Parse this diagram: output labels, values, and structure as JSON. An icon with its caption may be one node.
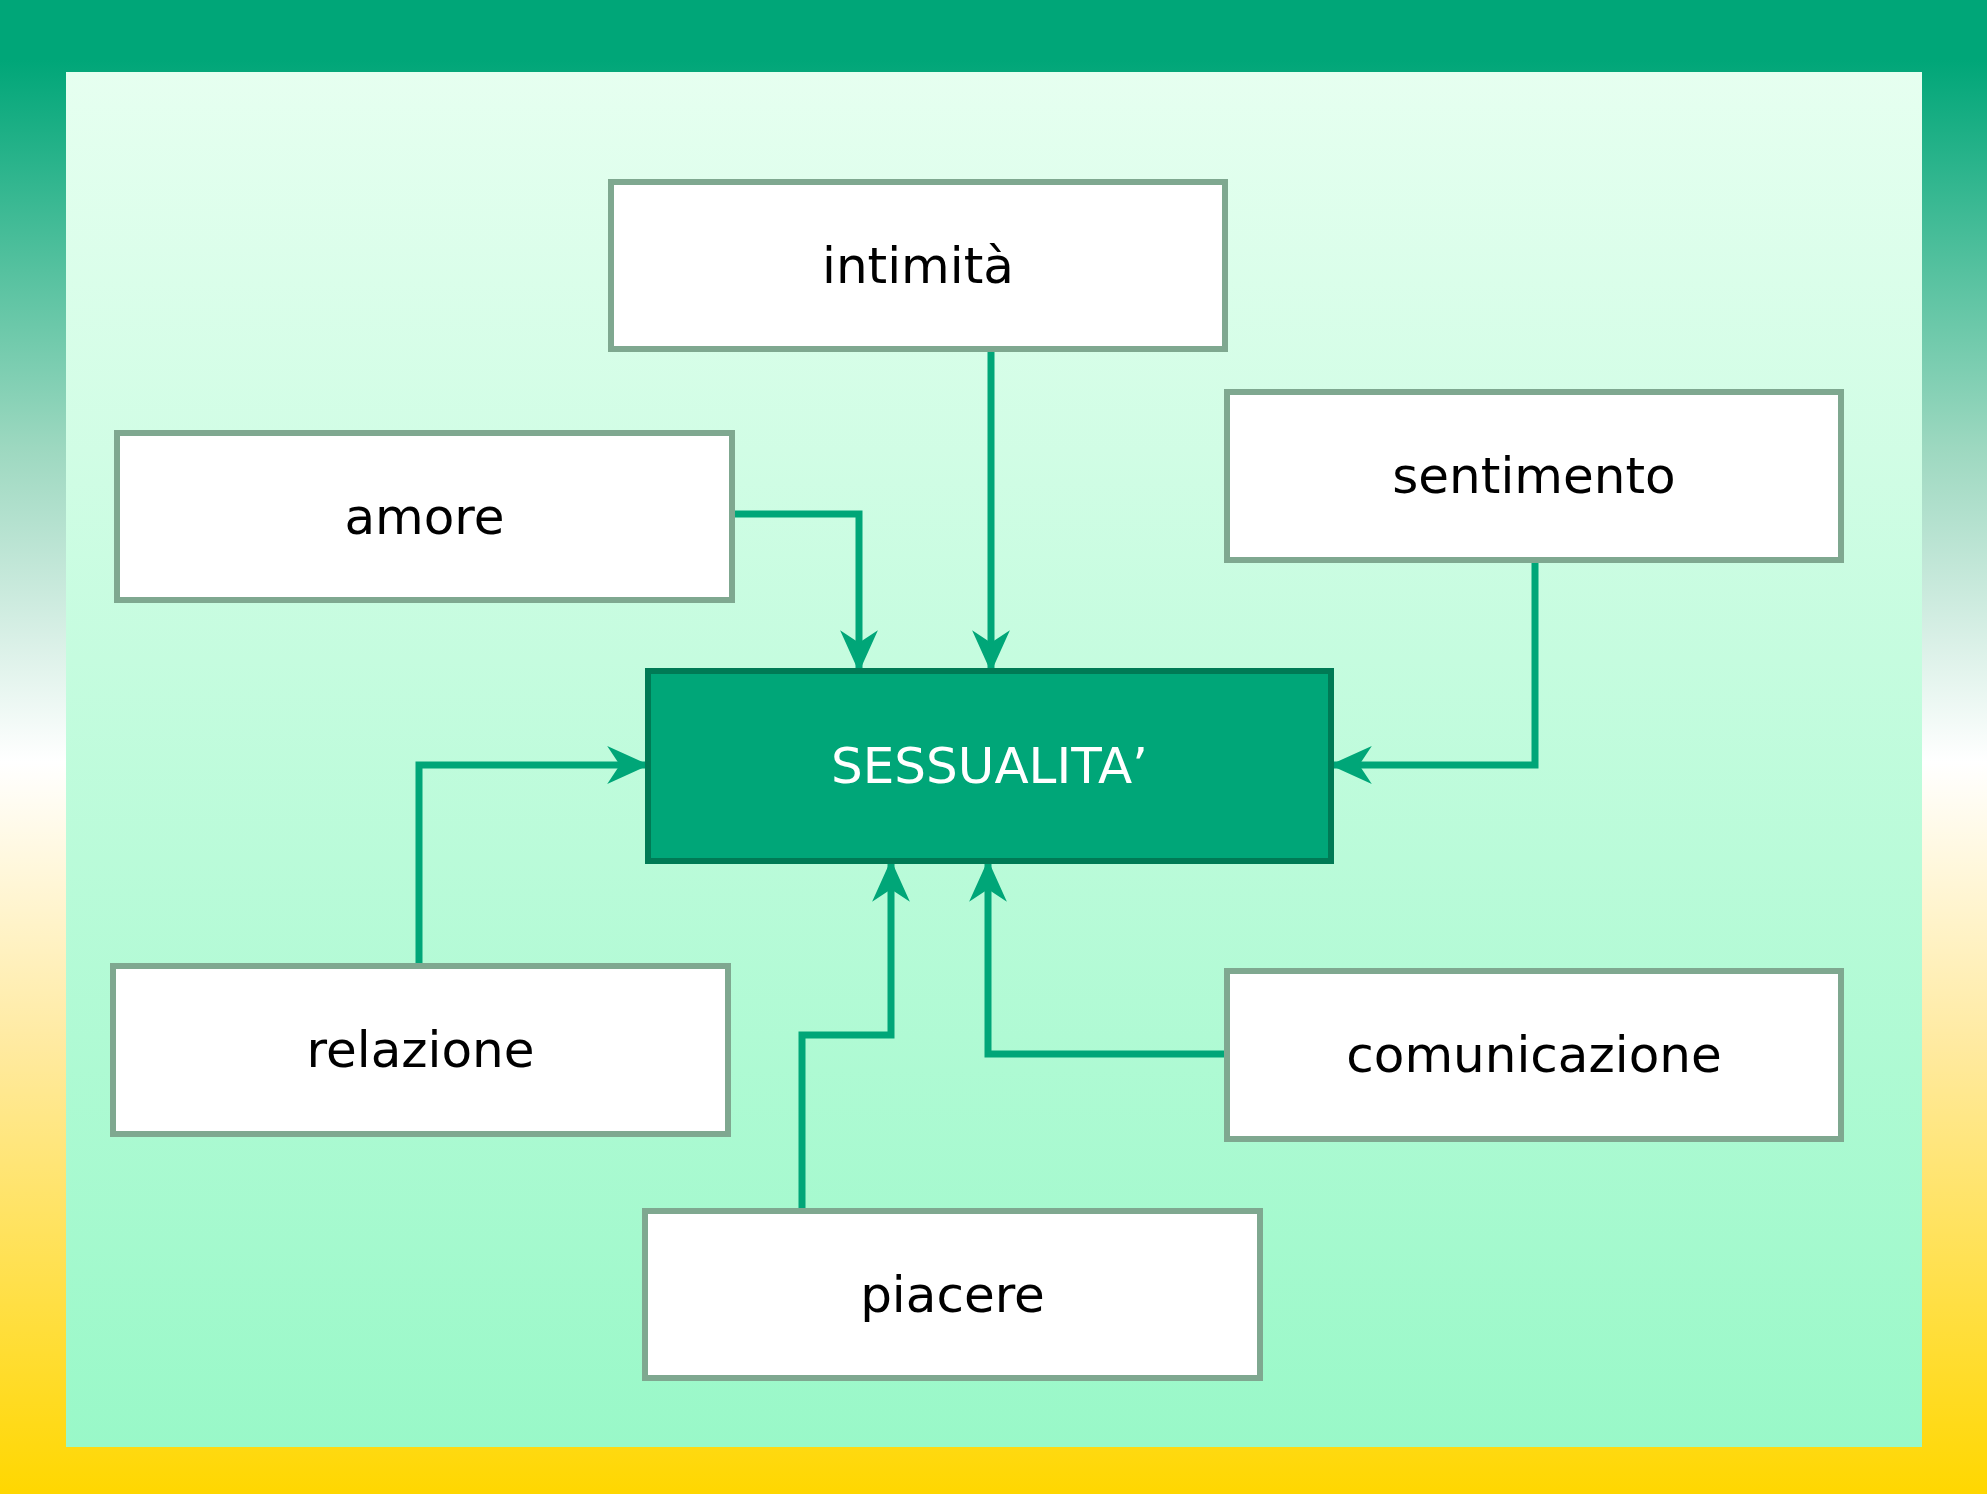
{
  "diagram": {
    "nodes": [
      {
        "text": [
          "intimità"
        ]
      },
      {
        "text": [
          "amore"
        ]
      },
      {
        "text": [
          "sentimento"
        ]
      },
      {
        "text": [
          "SESSUALITA’"
        ]
      },
      {
        "text": [
          "relazione"
        ]
      },
      {
        "text": [
          "comunicazione"
        ]
      },
      {
        "text": [
          "piacere"
        ]
      }
    ],
    "edges": [
      {
        "from": 0,
        "to": 3,
        "arrow": "to"
      },
      {
        "from": 1,
        "to": 3,
        "arrow": "to"
      },
      {
        "from": 2,
        "to": 3,
        "arrow": "to"
      },
      {
        "from": 4,
        "to": 3,
        "arrow": "to"
      },
      {
        "from": 6,
        "to": 3,
        "arrow": "to"
      },
      {
        "from": 5,
        "to": 3,
        "arrow": "to"
      }
    ]
  }
}
